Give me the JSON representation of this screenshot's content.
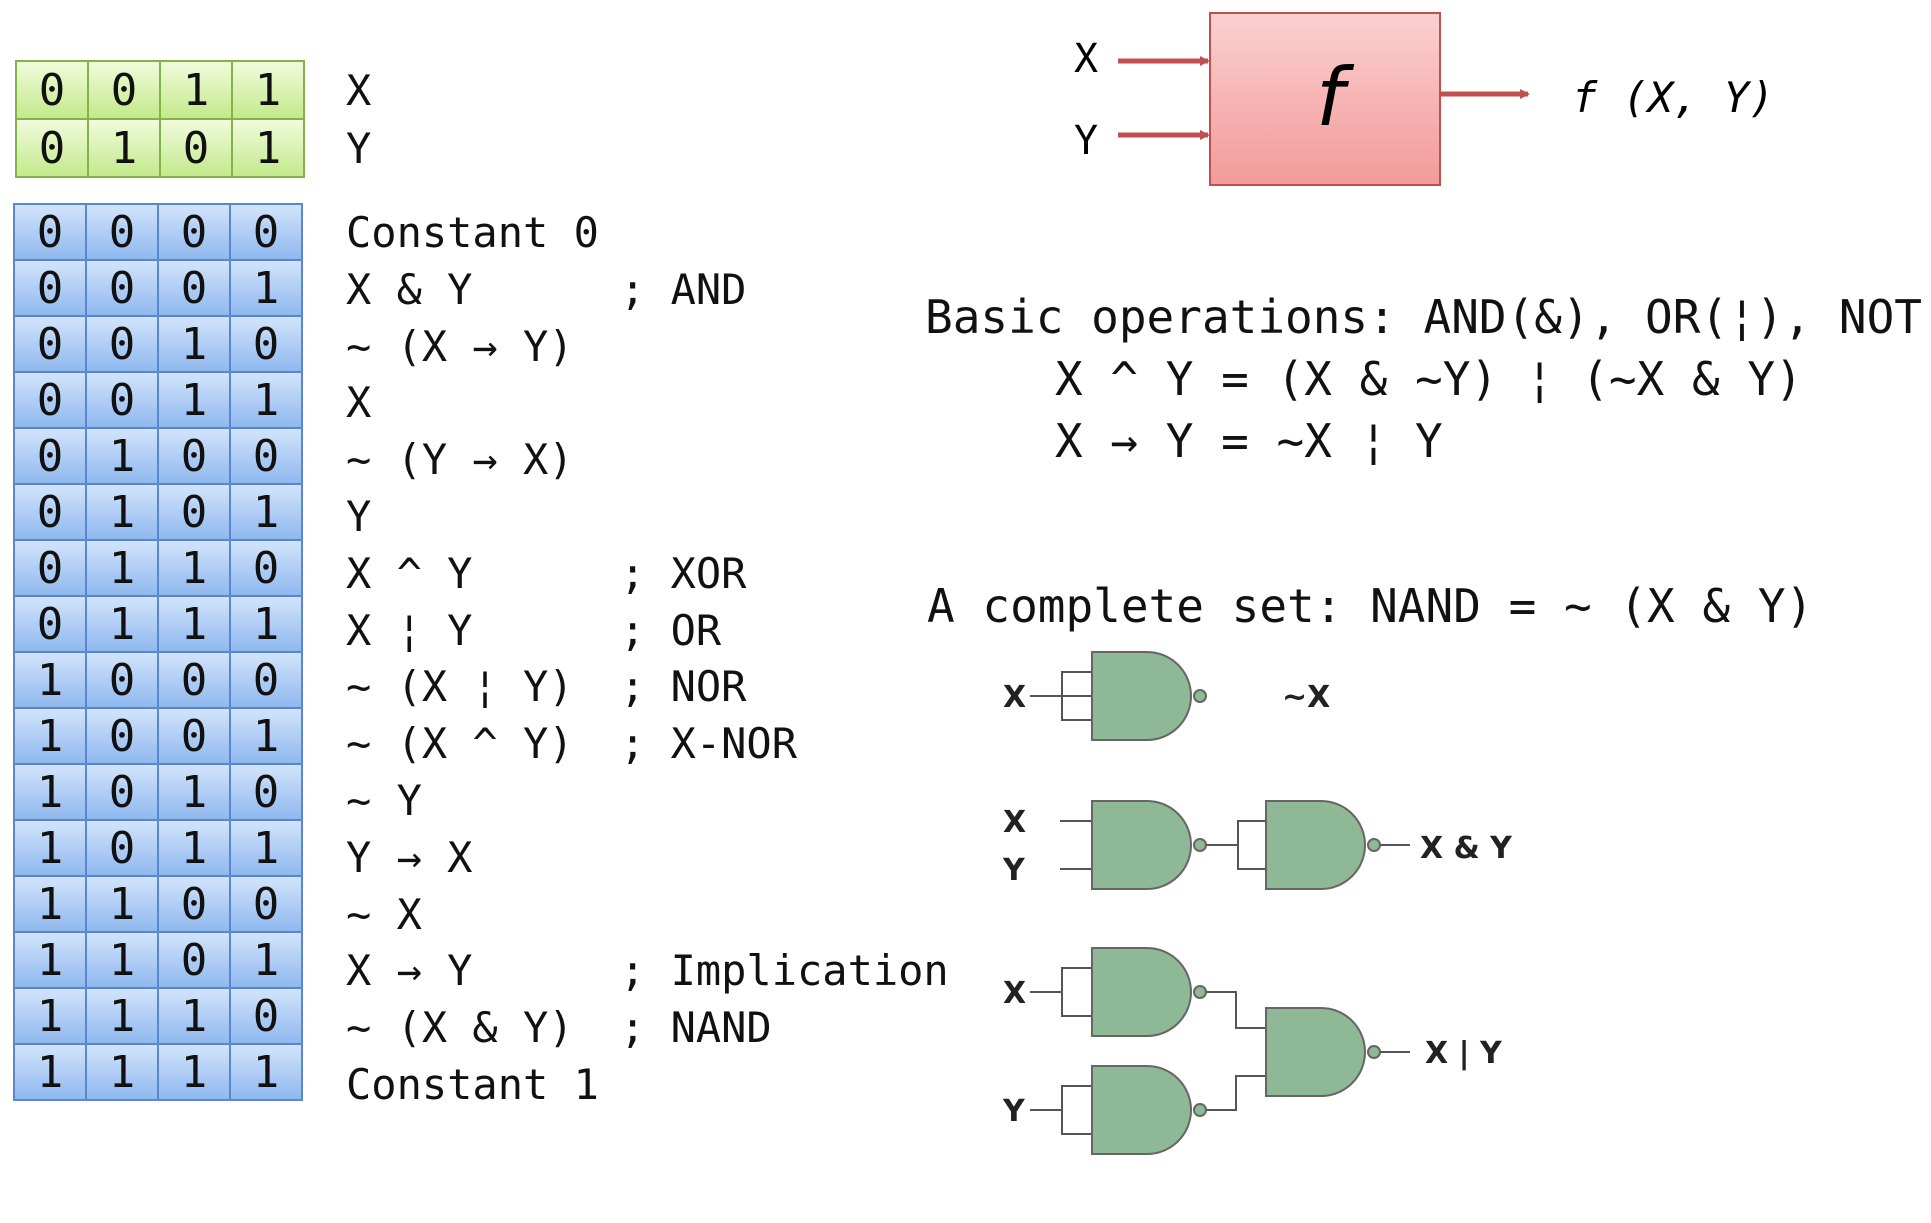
{
  "inputs": [
    {
      "bits": [
        "0",
        "0",
        "1",
        "1"
      ],
      "label": "X"
    },
    {
      "bits": [
        "0",
        "1",
        "0",
        "1"
      ],
      "label": "Y"
    }
  ],
  "operations": [
    {
      "bits": [
        "0",
        "0",
        "0",
        "0"
      ],
      "expr": "Constant 0",
      "comment": ""
    },
    {
      "bits": [
        "0",
        "0",
        "0",
        "1"
      ],
      "expr": "X & Y",
      "comment": "; AND"
    },
    {
      "bits": [
        "0",
        "0",
        "1",
        "0"
      ],
      "expr": "~ (X → Y)",
      "comment": ""
    },
    {
      "bits": [
        "0",
        "0",
        "1",
        "1"
      ],
      "expr": "X",
      "comment": ""
    },
    {
      "bits": [
        "0",
        "1",
        "0",
        "0"
      ],
      "expr": "~ (Y → X)",
      "comment": ""
    },
    {
      "bits": [
        "0",
        "1",
        "0",
        "1"
      ],
      "expr": "Y",
      "comment": ""
    },
    {
      "bits": [
        "0",
        "1",
        "1",
        "0"
      ],
      "expr": "X ^ Y",
      "comment": "; XOR"
    },
    {
      "bits": [
        "0",
        "1",
        "1",
        "1"
      ],
      "expr": "X ¦ Y",
      "comment": "; OR"
    },
    {
      "bits": [
        "1",
        "0",
        "0",
        "0"
      ],
      "expr": "~ (X ¦ Y)",
      "comment": "; NOR"
    },
    {
      "bits": [
        "1",
        "0",
        "0",
        "1"
      ],
      "expr": "~ (X ^ Y)",
      "comment": "; X-NOR"
    },
    {
      "bits": [
        "1",
        "0",
        "1",
        "0"
      ],
      "expr": "~ Y",
      "comment": ""
    },
    {
      "bits": [
        "1",
        "0",
        "1",
        "1"
      ],
      "expr": "Y → X",
      "comment": ""
    },
    {
      "bits": [
        "1",
        "1",
        "0",
        "0"
      ],
      "expr": "~ X",
      "comment": ""
    },
    {
      "bits": [
        "1",
        "1",
        "0",
        "1"
      ],
      "expr": "X → Y",
      "comment": "; Implication"
    },
    {
      "bits": [
        "1",
        "1",
        "1",
        "0"
      ],
      "expr": "~ (X & Y)",
      "comment": "; NAND"
    },
    {
      "bits": [
        "1",
        "1",
        "1",
        "1"
      ],
      "expr": "Constant 1",
      "comment": ""
    }
  ],
  "function_box": {
    "input_x": "X",
    "input_y": "Y",
    "symbol": "f",
    "output": "f (X, Y)",
    "box_fill": "#f7a8a8",
    "arrow_color": "#c0504d"
  },
  "basic_operations": {
    "title": "Basic operations: AND(&), OR(¦), NOT(~)",
    "xor_formula": "X ^ Y = (X & ~Y) ¦ (~X & Y)",
    "implication_formula": "X → Y = ~X ¦ Y"
  },
  "complete_set": {
    "title": "A complete set: NAND = ~ (X & Y)",
    "gate_color": "#8fb996",
    "not_circuit": {
      "input": "X",
      "output": "~X"
    },
    "and_circuit": {
      "input_x": "X",
      "input_y": "Y",
      "output": "X & Y"
    },
    "or_circuit": {
      "input_x": "X",
      "input_y": "Y",
      "output": "X | Y"
    }
  }
}
